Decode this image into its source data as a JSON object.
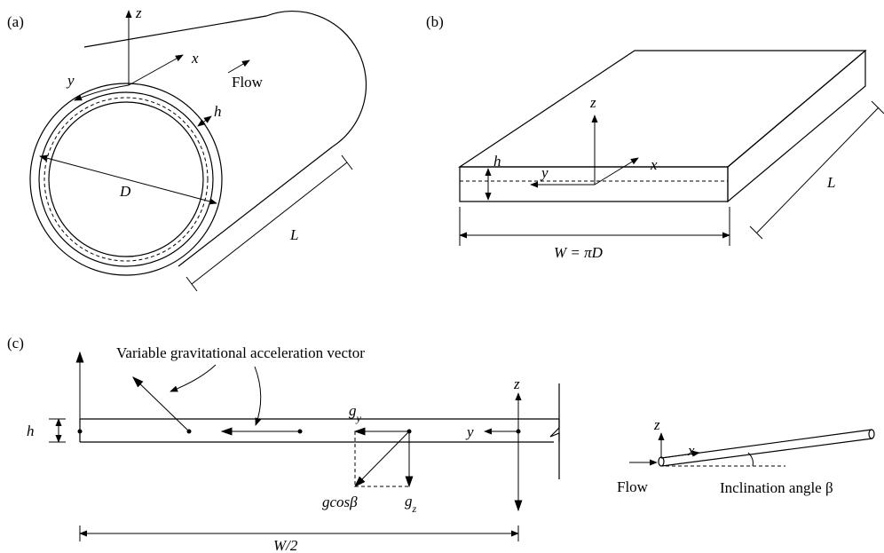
{
  "panel_a": {
    "label": "(a)",
    "axis_z": "z",
    "axis_x": "x",
    "axis_y": "y",
    "flow": "Flow",
    "h": "h",
    "D": "D",
    "L": "L"
  },
  "panel_b": {
    "label": "(b)",
    "axis_z": "z",
    "axis_x": "x",
    "axis_y": "y",
    "h": "h",
    "L": "L",
    "width": "W = πD"
  },
  "panel_c": {
    "label": "(c)",
    "caption": "Variable gravitational acceleration vector",
    "h": "h",
    "axis_z": "z",
    "axis_y": "y",
    "gy_base": "g",
    "gy_sub": "y",
    "gz_base": "g",
    "gz_sub": "z",
    "gcos": "gcosβ",
    "half_width": "W/2"
  },
  "inset": {
    "axis_z": "z",
    "axis_x": "x",
    "flow": "Flow",
    "angle": "Inclination angle β"
  }
}
